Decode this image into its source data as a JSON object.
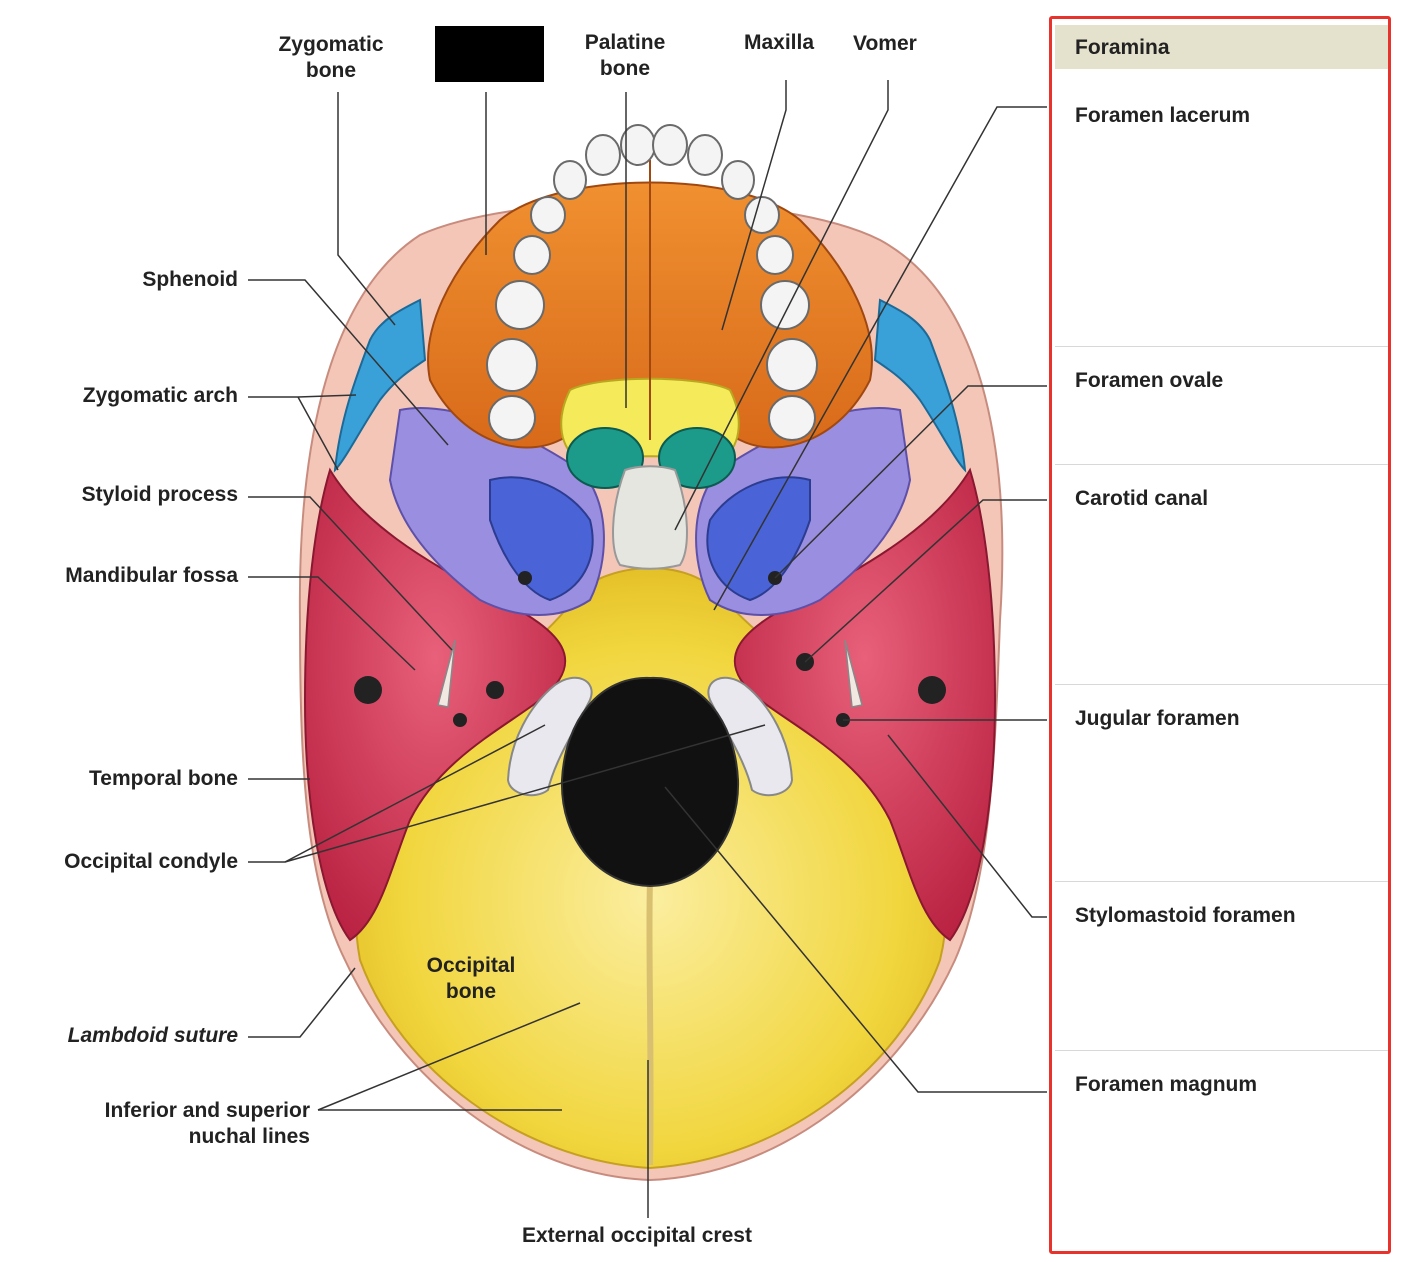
{
  "labels": {
    "zygomatic_bone": "Zygomatic\nbone",
    "palatine_bone": "Palatine\nbone",
    "maxilla": "Maxilla",
    "vomer": "Vomer",
    "sphenoid": "Sphenoid",
    "zygomatic_arch": "Zygomatic arch",
    "styloid_process": "Styloid process",
    "mandibular_fossa": "Mandibular fossa",
    "temporal_bone": "Temporal bone",
    "occipital_condyle": "Occipital condyle",
    "lambdoid_suture": "Lambdoid suture",
    "nuchal_lines": "Inferior and superior\nnuchal lines",
    "occipital_bone": "Occipital\nbone",
    "external_occipital_crest": "External occipital crest"
  },
  "foramina": {
    "title": "Foramina",
    "items": [
      "Foramen lacerum",
      "Foramen ovale",
      "Carotid canal",
      "Jugular foramen",
      "Stylomastoid foramen",
      "Foramen magnum"
    ]
  },
  "colors": {
    "panel_border": "#e8322c",
    "panel_header": "#e4e1cc",
    "occipital": "#f2dc4a",
    "temporal": "#d8405a",
    "sphenoid": "#9a8ee0",
    "maxilla": "#e37a26",
    "zygomatic": "#3aa0d8",
    "palatine": "#f5ea5a",
    "vomer": "#e6e6e0"
  }
}
